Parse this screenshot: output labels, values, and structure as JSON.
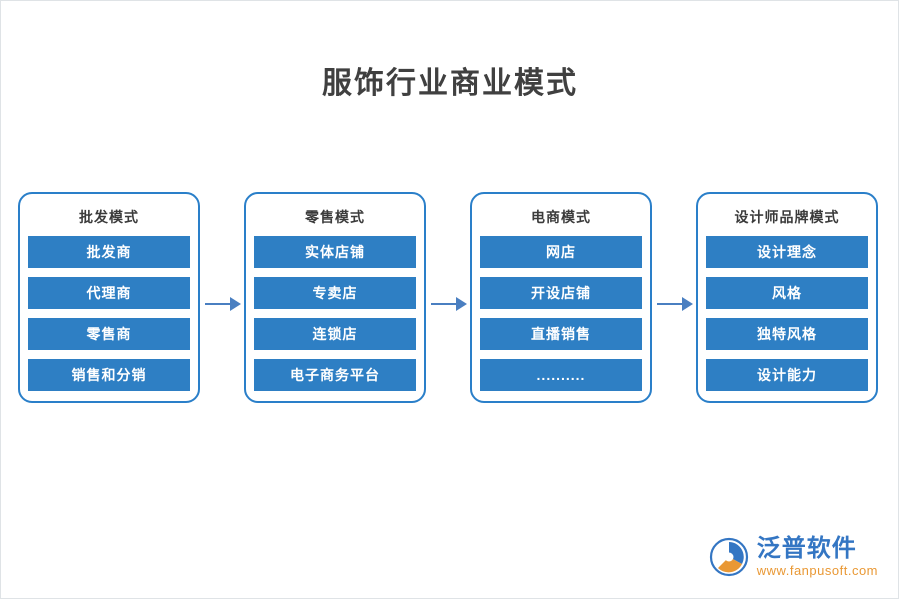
{
  "title": "服饰行业商业模式",
  "flow": {
    "columns": [
      {
        "header": "批发模式",
        "items": [
          "批发商",
          "代理商",
          "零售商",
          "销售和分销"
        ]
      },
      {
        "header": "零售模式",
        "items": [
          "实体店铺",
          "专卖店",
          "连锁店",
          "电子商务平台"
        ]
      },
      {
        "header": "电商模式",
        "items": [
          "网店",
          "开设店铺",
          "直播销售",
          ".........."
        ]
      },
      {
        "header": "设计师品牌模式",
        "items": [
          "设计理念",
          "风格",
          "独特风格",
          "设计能力"
        ]
      }
    ],
    "arrow_count": 3
  },
  "watermark": {
    "name": "泛普软件",
    "url": "www.fanpusoft.com"
  },
  "colors": {
    "cell_fill": "#2e7fc4",
    "card_border": "#2a7fc9",
    "arrow": "#4a7fc1",
    "title": "#404040",
    "watermark_name": "#2a6fc0",
    "watermark_url": "#e8932a"
  }
}
